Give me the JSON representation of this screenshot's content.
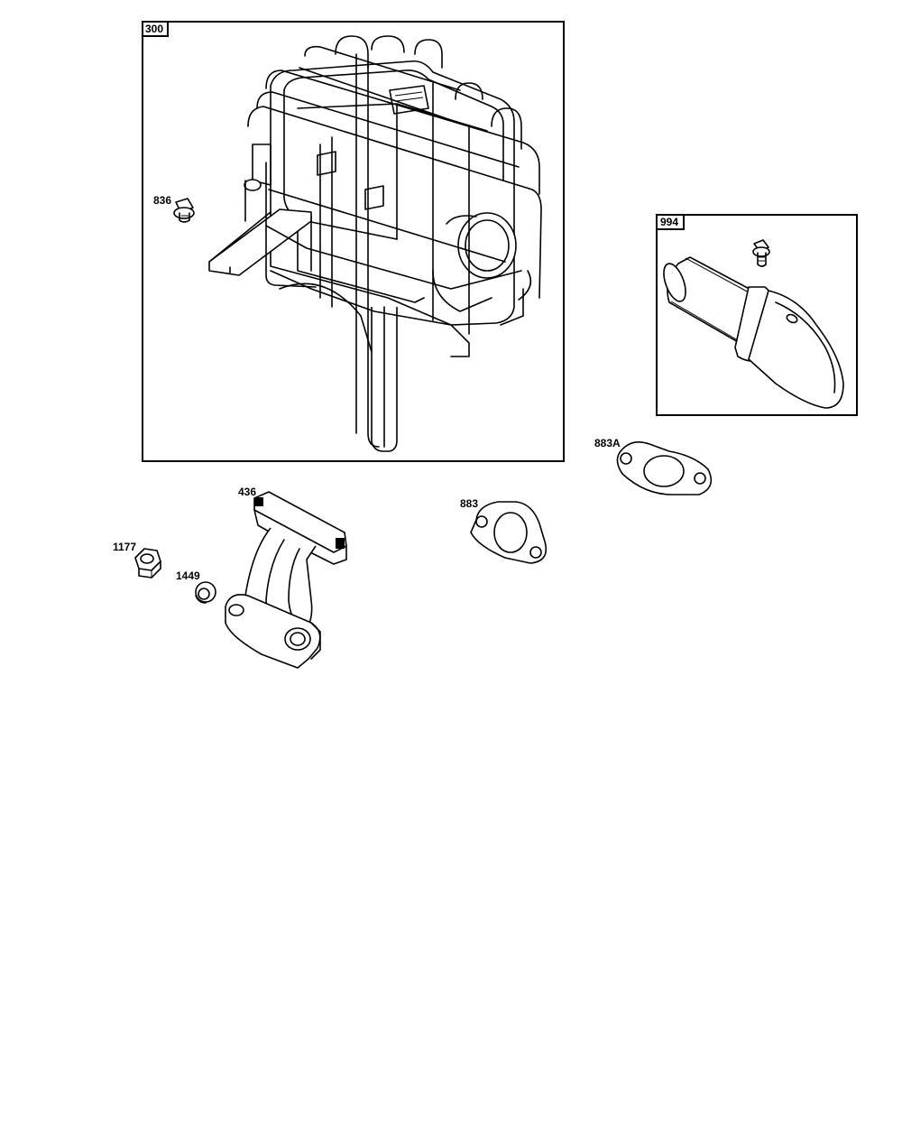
{
  "callouts": {
    "muffler_assembly": "300",
    "screw_muffler": "836",
    "deflector_kit": "994",
    "gasket_exhaust_a": "883A",
    "gasket_exhaust": "883",
    "exhaust_manifold": "436",
    "nut": "1177",
    "washer": "1449"
  },
  "colors": {
    "line": "#000000",
    "background": "#ffffff"
  }
}
